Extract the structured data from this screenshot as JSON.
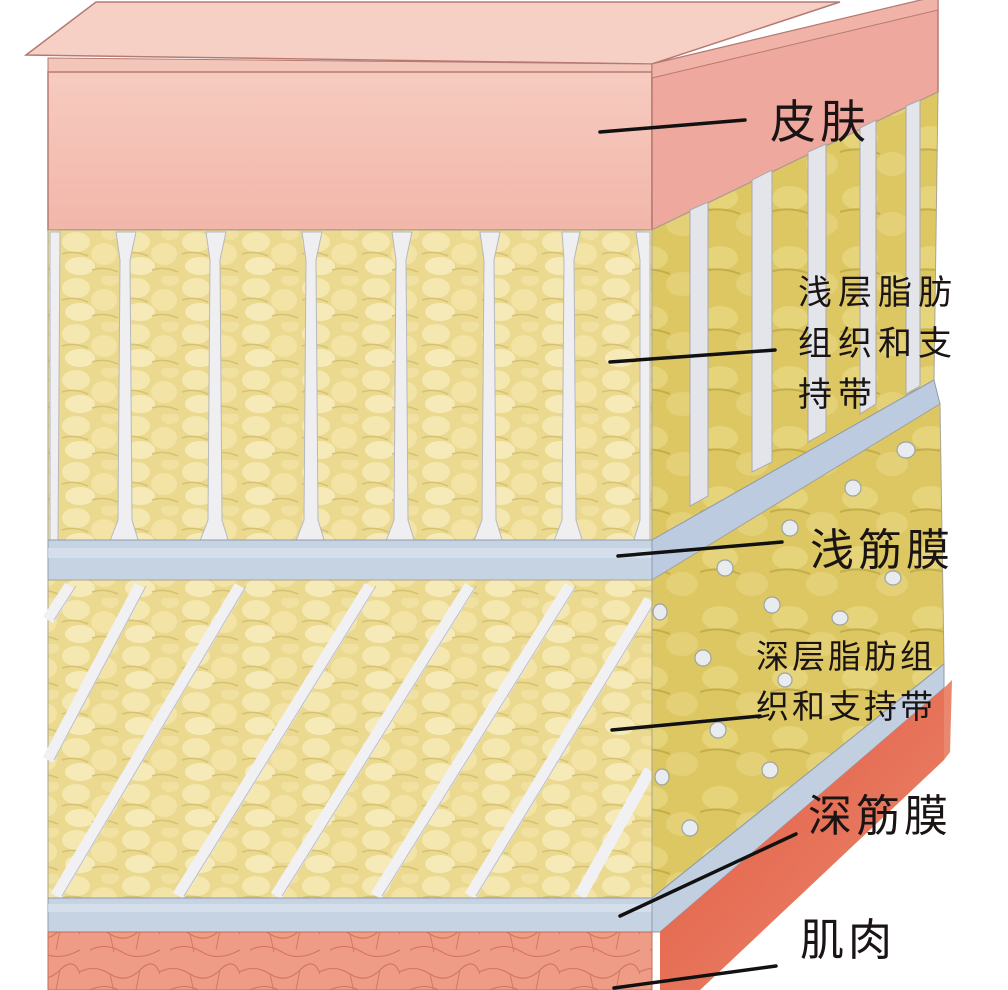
{
  "diagram": {
    "type": "anatomical-cross-section",
    "subject": "skin and subcutaneous tissue layers",
    "labels": [
      {
        "id": "skin",
        "text": "皮肤"
      },
      {
        "id": "superficial_fat",
        "text": "浅层脂肪\n组织和支\n持带"
      },
      {
        "id": "superficial_fascia",
        "text": "浅筋膜"
      },
      {
        "id": "deep_fat",
        "text": "深层脂肪组\n织和支持带"
      },
      {
        "id": "deep_fascia",
        "text": "深筋膜"
      },
      {
        "id": "muscle",
        "text": "肌肉"
      }
    ],
    "layers_top_to_bottom": [
      "皮肤",
      "浅层脂肪组织和支持带",
      "浅筋膜",
      "深层脂肪组织和支持带",
      "深筋膜",
      "肌肉"
    ],
    "colors": {
      "skin": "#f2b9ae",
      "skin_top": "#f6cfc4",
      "skin_side": "#eba69b",
      "fat": "#e9d98c",
      "fat_dark": "#c9b551",
      "retinacula": "#eeeef0",
      "fascia": "#c5d2e2",
      "muscle": "#ea9a84",
      "muscle_side": "#e36a50",
      "leader": "#111111",
      "text": "#1a1414"
    }
  }
}
